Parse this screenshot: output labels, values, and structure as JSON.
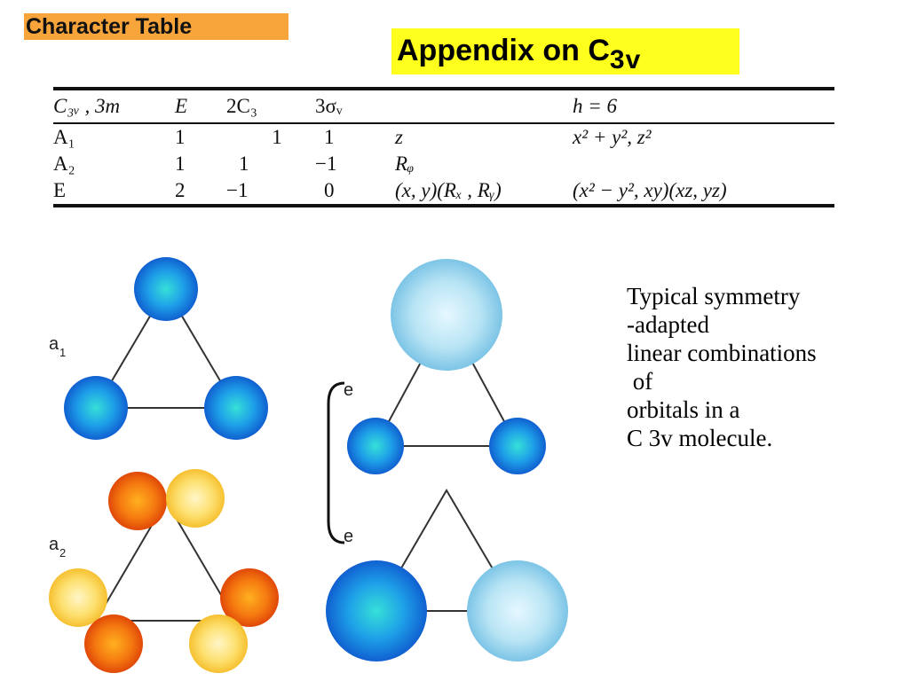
{
  "header": {
    "tag": "Character Table",
    "title_main": "Appendix   on  C",
    "title_sub": "3v"
  },
  "table": {
    "headers": [
      "C₃ᵥ , 3m",
      "E",
      "2C₃",
      "3σᵥ",
      "",
      "h = 6"
    ],
    "rows": [
      {
        "label": "A₁",
        "e": "1",
        "c3": "1",
        "sv": "1",
        "lin": "z",
        "quad": "x² + y², z²"
      },
      {
        "label": "A₂",
        "e": "1",
        "c3": "1",
        "sv": "−1",
        "lin": "Rᵩ",
        "quad": ""
      },
      {
        "label": "E",
        "e": "2",
        "c3": "−1",
        "sv": "0",
        "lin": "(x, y)(Rₓ , Rᵧ)",
        "quad": "(x² − y², xy)(xz, yz)"
      }
    ]
  },
  "figure": {
    "label_a1": "a",
    "label_a1_sub": "1",
    "label_a2": "a",
    "label_a2_sub": "2",
    "label_e_top": "e",
    "label_e_bottom": "e"
  },
  "caption": {
    "lines": [
      "Typical symmetry",
      "-adapted",
      "linear combinations",
      " of",
      "orbitals in a",
      "C 3v molecule."
    ]
  },
  "colors": {
    "tag_bg": "#f7a53a",
    "title_bg": "#ffff1e",
    "orbital_blue": "#1e90e6",
    "orbital_lightblue": "#a8dcf0",
    "orbital_orange": "#f07010",
    "orbital_yellow": "#f8d040"
  }
}
